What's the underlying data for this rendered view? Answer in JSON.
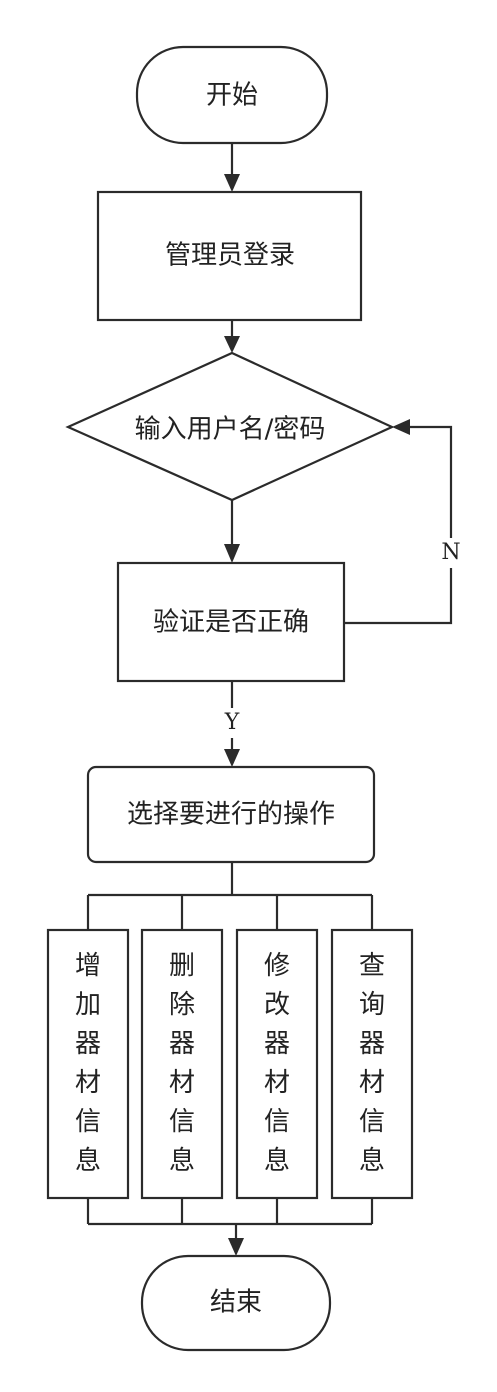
{
  "nodes": {
    "start": "开始",
    "login": "管理员登录",
    "input": "输入用户名/密码",
    "verify": "验证是否正确",
    "choose": "选择要进行的操作",
    "add": "增加器材信息",
    "delete": "删除器材信息",
    "modify": "修改器材信息",
    "query": "查询器材信息",
    "end": "结束"
  },
  "edges": {
    "yes": "Y",
    "no": "N"
  }
}
